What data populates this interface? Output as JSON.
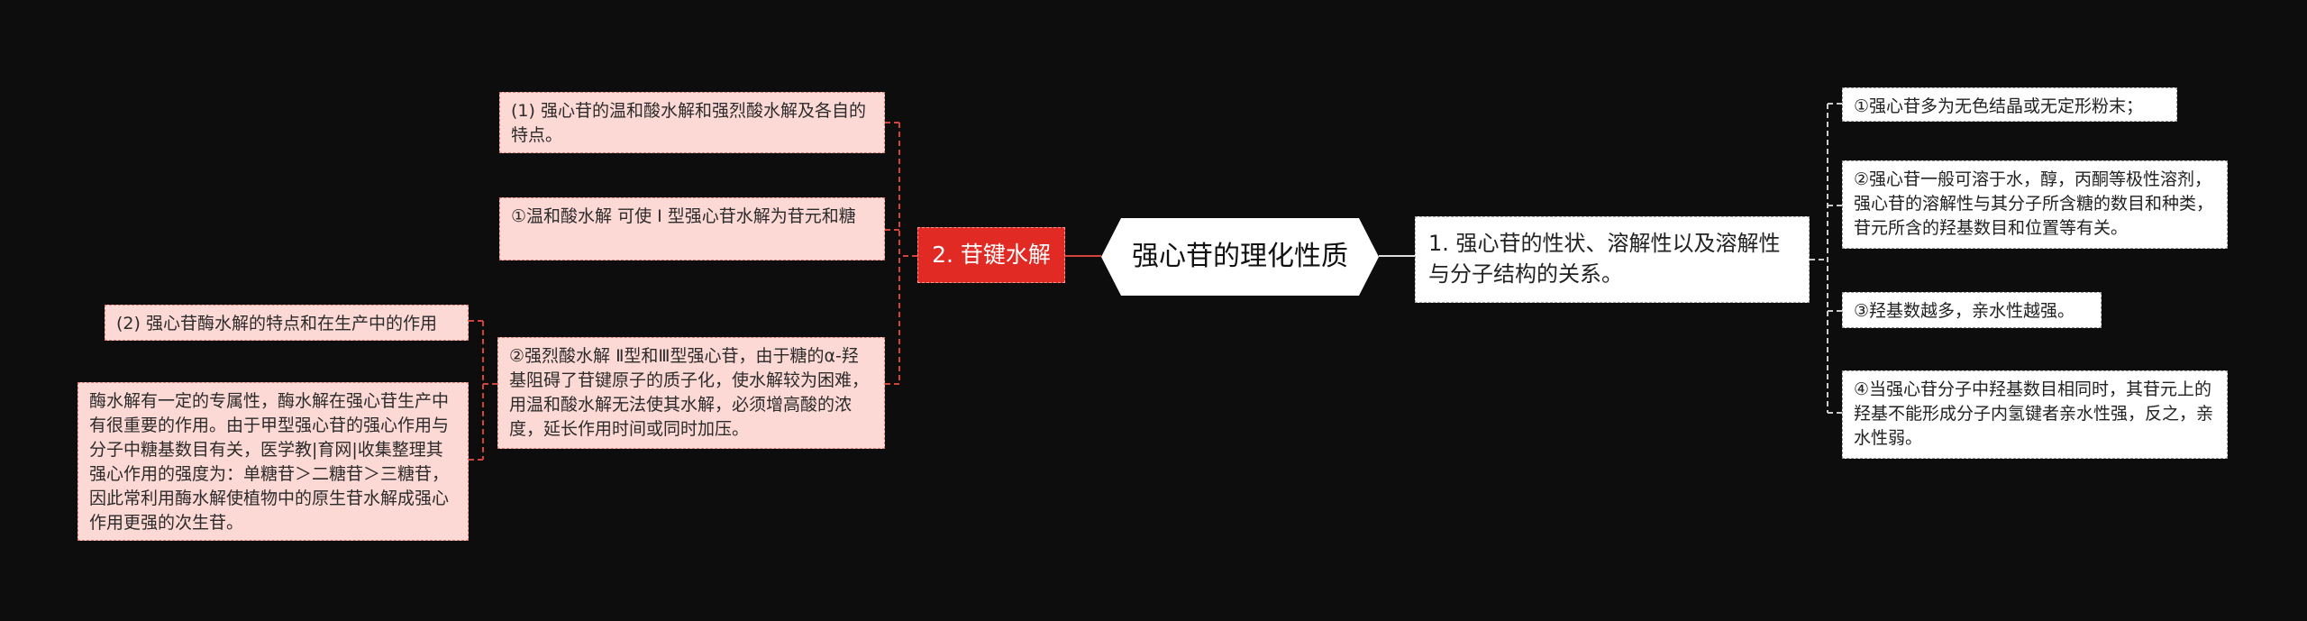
{
  "mindmap": {
    "center": {
      "label": "强心苷的理化性质"
    },
    "right_branch": {
      "label": "1. 强心苷的性状、溶解性以及溶解性与分子结构的关系。",
      "leaves": [
        "①强心苷多为无色结晶或无定形粉末；",
        "②强心苷一般可溶于水，醇，丙酮等极性溶剂，强心苷的溶解性与其分子所含糖的数目和种类，苷元所含的羟基数目和位置等有关。",
        "③羟基数越多，亲水性越强。",
        "④当强心苷分子中羟基数目相同时，其苷元上的羟基不能形成分子内氢键者亲水性强，反之，亲水性弱。"
      ]
    },
    "left_branch": {
      "label": "2. 苷键水解",
      "leaves": [
        "(1) 强心苷的温和酸水解和强烈酸水解及各自的特点。",
        "①温和酸水解 可使 I 型强心苷水解为苷元和糖",
        "②强烈酸水解 Ⅱ型和Ⅲ型强心苷，由于糖的α-羟基阻碍了苷键原子的质子化，使水解较为困难，用温和酸水解无法使其水解，必须增高酸的浓度，延长作用时间或同时加压。"
      ],
      "sub_branch": {
        "label": "(2) 强心苷酶水解的特点和在生产中的作用",
        "detail": "酶水解有一定的专属性，酶水解在强心苷生产中有很重要的作用。由于甲型强心苷的强心作用与分子中糖基数目有关，医学教|育网|收集整理其强心作用的强度为：单糖苷＞二糖苷＞三糖苷，因此常利用酶水解使植物中的原生苷水解成强心作用更强的次生苷。"
      }
    }
  },
  "colors": {
    "background": "#0e0d0e",
    "connector": "#d0443c",
    "right_connector": "#cccccc",
    "left_leaf_fill": "#fdd9d5",
    "left_main_fill": "#e02a23"
  }
}
